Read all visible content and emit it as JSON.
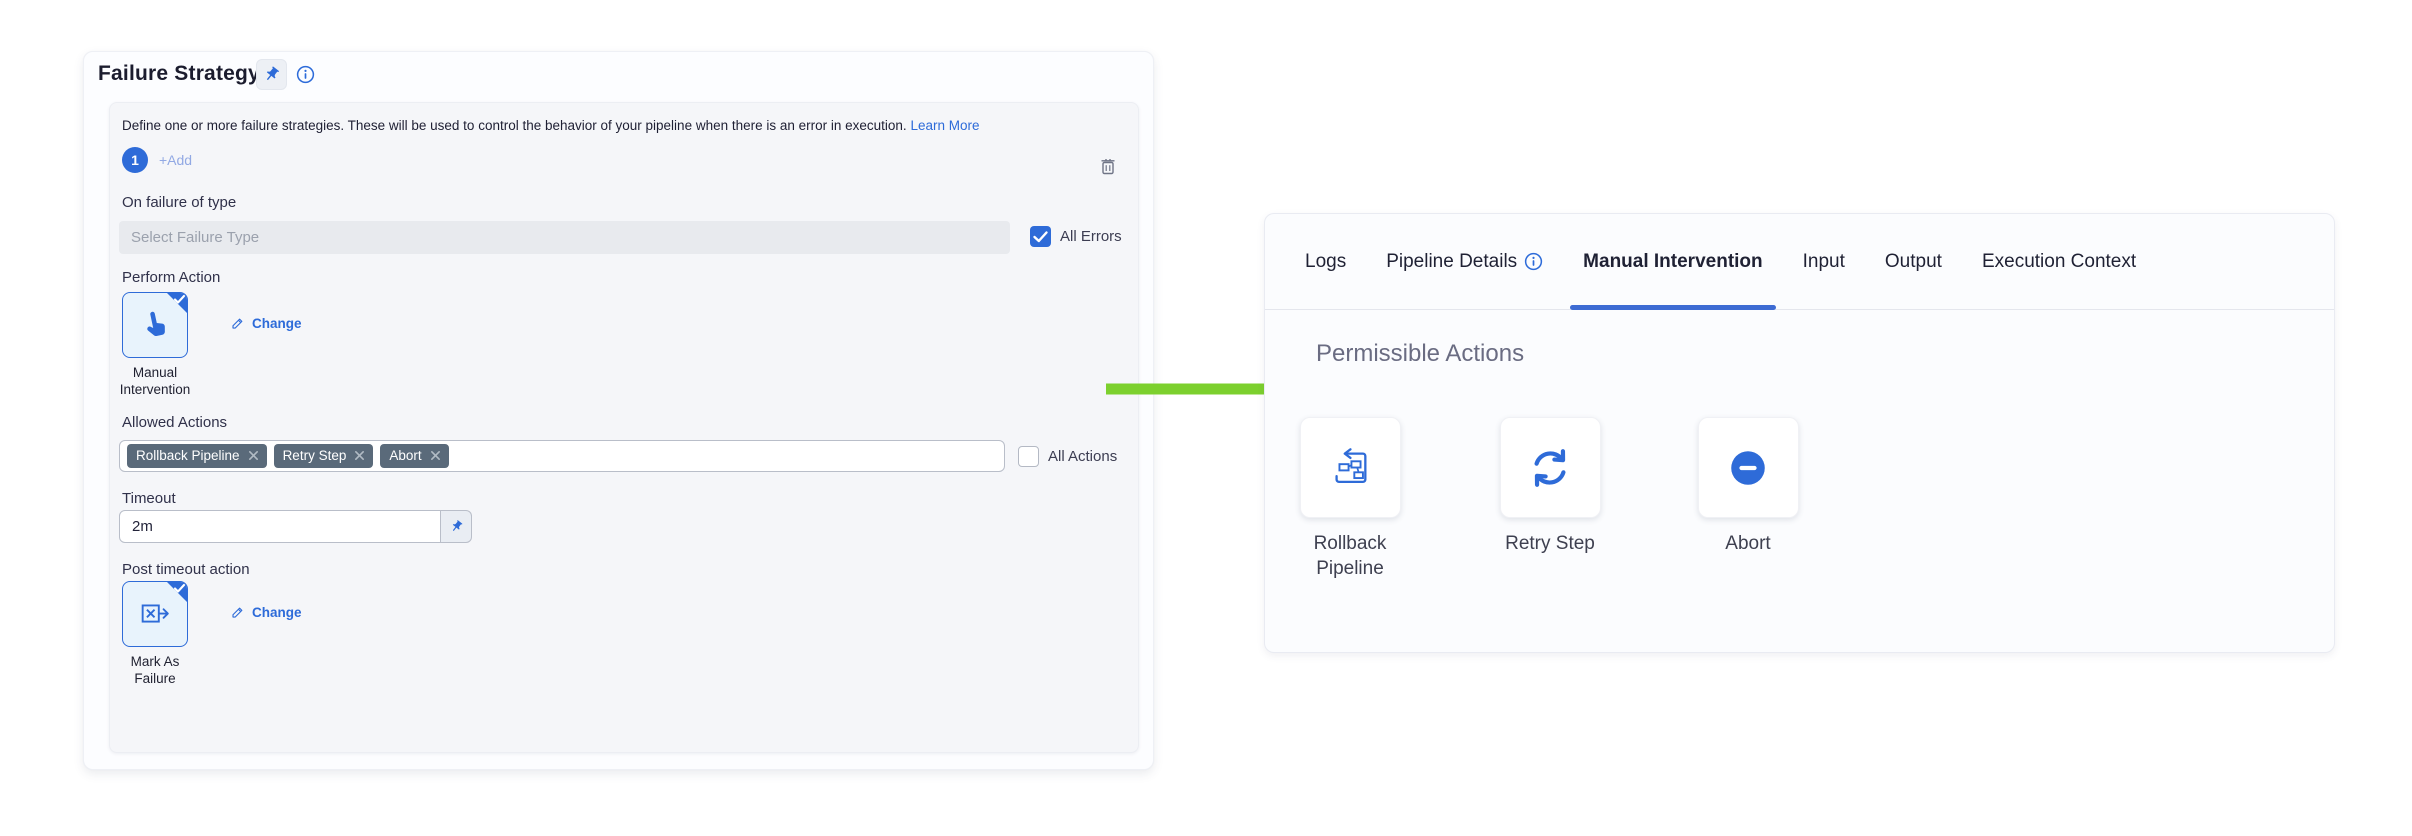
{
  "colors": {
    "primary_blue": "#2e6bd8",
    "link_blue": "#2d6bd9",
    "add_link_blue": "#92a9e4",
    "arrow_green": "#7cd02e",
    "tag_bg": "#5a6a7a",
    "active_tab_underline": "#3d6bd3"
  },
  "left_panel": {
    "title": "Failure Strategy",
    "description": "Define one or more failure strategies. These will be used to control the behavior of your pipeline when there is an error in execution.",
    "learn_more_label": "Learn More",
    "strategy_badge": "1",
    "add_label": "+Add",
    "fields": {
      "on_failure_label": "On failure of type",
      "failure_type_placeholder": "Select Failure Type",
      "all_errors_label": "All Errors",
      "perform_action_label": "Perform Action",
      "perform_action_name_lines": [
        "Manual",
        "Intervention"
      ],
      "change_label": "Change",
      "allowed_actions_label": "Allowed Actions",
      "allowed_actions_tags": [
        "Rollback Pipeline",
        "Retry Step",
        "Abort"
      ],
      "all_actions_label": "All Actions",
      "timeout_label": "Timeout",
      "timeout_value": "2m",
      "post_timeout_label": "Post timeout action",
      "post_timeout_name_lines": [
        "Mark As",
        "Failure"
      ]
    }
  },
  "right_panel": {
    "tabs": [
      {
        "label": "Logs",
        "active": false
      },
      {
        "label": "Pipeline Details",
        "active": false,
        "info": true
      },
      {
        "label": "Manual Intervention",
        "active": true
      },
      {
        "label": "Input",
        "active": false
      },
      {
        "label": "Output",
        "active": false
      },
      {
        "label": "Execution Context",
        "active": false
      }
    ],
    "section_title": "Permissible Actions",
    "actions": [
      {
        "lines": [
          "Rollback",
          "Pipeline"
        ],
        "icon": "rollback-pipeline-icon"
      },
      {
        "lines": [
          "Retry Step",
          ""
        ],
        "icon": "retry-icon"
      },
      {
        "lines": [
          "Abort",
          ""
        ],
        "icon": "abort-icon"
      }
    ]
  }
}
